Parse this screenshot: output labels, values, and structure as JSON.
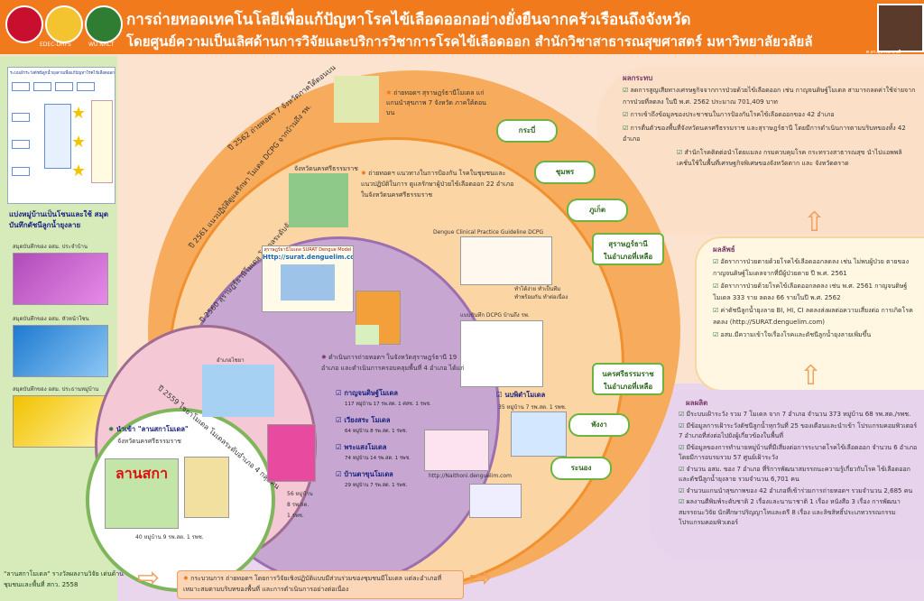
{
  "header": {
    "title_line1": "การถ่ายทอดเทคโนโลยีเพื่อแก้ปัญหาโรคไข้เลือดออกอย่างยั่งยืนจากครัวเรือนถึงจังหวัด",
    "title_line2": "โดยศูนย์ความเป็นเลิศด้านการวิจัยและบริการวิชาการโรคไข้เลือดออก สำนักวิชาสาธารณสุขศาสตร์ มหาวิทยาลัยวลัยลักษณ์",
    "logo_caption": "EDEC-DHFS",
    "logo3_caption": "WU NRCT",
    "photo_caption": "ศ.ดร.สุธรรม สุขดี"
  },
  "left_panel": {
    "flow_title": "ระบบเฝ้าระวังดัชนีลูกน้ำยุงลายเพื่อแก้ปัญหาโรคไข้เลือดออก 6 ขั้นตอน",
    "heading": "แบ่งหมู่บ้านเป็นโซนและใช้ สมุดบันทึกดัชนีลูกน้ำยุงลาย",
    "book1": "สมุดบันทึกของ อสม. ประจำบ้าน",
    "book2": "สมุดบันทึกของ อสม. หัวหน้าโซน",
    "book3": "สมุดบันทึกของ อสม. ประธานหมู่บ้าน",
    "footer": "\"ลานสกาโมเดล\" รางวัลผลงานวิจัย เด่นด้านชุมชนและพื้นที่ สกว. 2558"
  },
  "circles": {
    "y2562_label": "ปี 2562  ถ่ายทอดฯ 7 จังหวัดภาคใต้ตอนบน",
    "y2561_label": "ปี 2561  แนวปฏิบัติดูแลรักษา โมเดล DCPG จากบ้านถึง รพ.",
    "y2560_label": "ปี 2560 สุราษฎร์ธานีโมเดล โมเดลระดับจังหวัด",
    "y2559_label": "ปี 2559 ไชยาโมเดล โมเดลระดับอำเภอ 4 กลุ่มคน",
    "note_7prov": "ถ่ายทอดฯ สุราษฎร์ธานีโมเดล แก่แกนนำสุขภาพ  7  จังหวัด ภาคใต้ตอนบน",
    "nst_map": "จังหวัดนครศรีธรรมราช",
    "note_dcpg": "ถ่ายทอดฯ แนวทางในการป้องกัน โรคในชุมชนและแนวปฏิบัติในการ ดูแลรักษาผู้ป่วยไข้เลือดออก 22 อำเภอในจังหวัดนครศรีธรรมราช",
    "dcpg": "Dengue  Clinical  Practice  Guideline  DCPG",
    "surat_model": "สุราษฎร์ธานีโมเดล SURAT Dengue Model",
    "surat_url": "Http://surat.denguelim.com",
    "chaiya_map": "อำเภอไชยา",
    "note_surat": "ดำเนินการถ่ายทอดฯ  ในจังหวัดสุราษฎร์ธานี 19  อำเภอ  และดำเนินการครอบคลุมพื้นที่ 4 อำเภอ  ได้แก่",
    "model1": "กาญจนดิษฐ์โมเดล",
    "model1_sub": "117  หมู่บ้าน 17 รพ.สต. 1 ศสช. 1 รพช.",
    "model2": "เวียงสระ  โมเดล",
    "model2_sub": "64  หมู่บ้าน 8 รพ.สต.  1 รพช.",
    "model3": "พระแสงโมเดล",
    "model3_sub": "74  หมู่บ้าน 14  รพ.สต. 1 รพช.",
    "model4": "บ้านตาขุนโมเดล",
    "model4_sub": "29  หมู่บ้าน 7  รพ.สต.  1 รพช.",
    "right_note": "ทำได้ง่าย  ทำเป็นทีม ทำพร้อมกัน  ทำต่อเนื่อง",
    "form_label": "แบบบันทึก  DCPG  บ้านถึง  รพ.",
    "mobmi": "นบพิตำโมเดล",
    "mobmi_sub": "35  หมู่บ้าน 7 รพ.สต. 1 รพช.",
    "website": "http://Naithoni.denguelim.com",
    "lansaka_quote": "นำเข้า  \"ลานสกาโมเดล\"",
    "lansaka_prov": "จังหวัดนครศรีธรรมราช",
    "lansaka_big": "ลานสกา",
    "lansaka_sub": "40 หมู่บ้าน  9  รพ.สต.  1 รพช.",
    "chaiya_n1": "56 หมู่บ้าน",
    "chaiya_n2": "8  รพ.สต.",
    "chaiya_n3": "1  รพช."
  },
  "provinces": [
    "กระบี่",
    "ชุมพร",
    "ภูเก็ต",
    "พังงา",
    "ระนอง"
  ],
  "provinces_wide": {
    "p1_line1": "สุราษฎร์ธานี",
    "p1_line2": "ในอำเภอที่เหลือ",
    "p2_line1": "นครศรีธรรมราช",
    "p2_line2": "ในอำเภอที่เหลือ"
  },
  "impact": {
    "title": "ผลกระทบ",
    "items": [
      "ลดการสูญเสียทางเศรษฐกิจจากการป่วยด้วยไข้เลือดออก เช่น กาญจนดิษฐ์โมเดล สามารถลดค่าใช้จ่ายจากการป่วยที่ลดลง ในปี พ.ศ. 2562 ประมาณ 701,409 บาท",
      "การเข้าถึงข้อมูลของประชาชนในการป้องกันโรคไข้เลือดออกของ 42 อำเภอ",
      "การตื่นตัวของพื้นที่จังหวัดนครศรีธรรมราช และสุราษฎร์ธานี โดยมีการดำเนินการตามบริบทของทั้ง  42 อำเภอ",
      "สำนักโรคติดต่อนำโดยแมลง  กรมควบคุมโรค กระทรวงสาธารณสุข นำไปแอพพลิเคชั่นใช้ในพื้นที่เศรษฐกิจพิเศษของจังหวัดตาก  และ จังหวัดตราด"
    ]
  },
  "outcome": {
    "title": "ผลลัพธ์",
    "items": [
      "อัตราการป่วยตายด้วยโรคไข้เลือดออกลดลง เช่น ไม่พบผู้ป่วย ตายของกาญจนดิษฐ์โมเดลจากที่มีผู้ป่วยตาย ปี พ.ศ. 2561",
      "อัตราการป่วยด้วยโรคไข้เลือดออกลดลง เช่น พ.ศ. 2561 กาญจนดิษฐ์โมเดล 333 ราย ลดลง 66 รายในปี พ.ศ. 2562",
      "ค่าดัชนีลูกน้ำยุงลาย BI, HI, CI ลดลงส่งผลต่อความเสี่ยงต่อ การเกิดโรคลดลง (http://SURAT.denguelim.com)",
      "อสม.มีความเข้าใจเรื่องโรคและดัชนีลูกน้ำยุงลายเพิ่มขึ้น"
    ]
  },
  "output": {
    "title": "ผลผลิต",
    "items": [
      "มีระบบเฝ้าระวัง รวม 7 โมเดล จาก 7 อำเภอ จำนวน 373  หมู่บ้าน 68  รพ.สต./รพช.",
      "มีข้อมูลการเฝ้าระวังดัชนีลูกน้ำทุกวันที่ 25 ของเดือนและนำเข้า โปรแกรมคอมพิวเตอร์ 7 อำเภอที่ส่งต่อไปยังผู้เกี่ยวข้องในพื้นที่",
      "มีข้อมูลของการทำนายหมู่บ้านที่มีเสี่ยงต่อการระบาดโรคไข้เลือดออก จำนวน  6 อำเภอ โดยมีการอบรมรวม 57 ศูนย์เฝ้าระวัง",
      "จำนวน อสม. ของ 7 อำเภอ ที่ริการพัฒนาสมรรถนะความรู้เกี่ยวกับโรค ไข้เลือดออก และดัชนีลูกน้ำยุงลาย รวมจำนวน  6,701  คน",
      "จำนวนแกนนำสุขภาพของ  42  อำเภอที่เข้าร่วมการถ่ายทอดฯ รวมจำนวน  2,685   คน",
      "ผลงานตีพิมพ์ระดับชาติ  2 เรื่องและนานาชาติ  1 เรื่อง หนังสือ 3 เรื่อง การพัฒนาสมรรถนะวิจัย นักศึกษาปริญญาโทและตรี  8 เรื่อง  และลิขสิทธิ์ประเภทวรรณกรรมโปรแกรมคอมพิวเตอร์"
    ]
  },
  "process": {
    "text": "กระบวนการ ถ่ายทอดฯ โดยการวิจัยเชิงปฏิบัติแบบมีส่วนร่วมของชุมชนมีโมเดล แต่ละอำเภอที่เหมาะสมตามบริบทของพื้นที่ และการดำเนินการอย่างต่อเนื่อง"
  }
}
